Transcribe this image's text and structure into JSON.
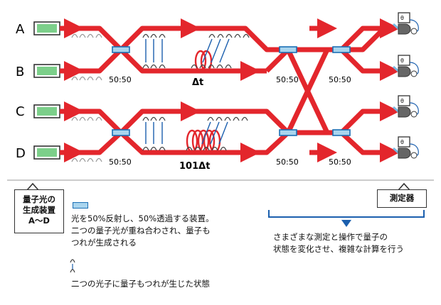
{
  "sources": [
    {
      "label": "A"
    },
    {
      "label": "B"
    },
    {
      "label": "C"
    },
    {
      "label": "D"
    }
  ],
  "splitter_ratio": "50:50",
  "delays": {
    "short": "Δt",
    "long": "101Δt"
  },
  "legend": {
    "source_box": "量子光の\n生成装置\nA〜D",
    "splitter_desc": "光を50%反射し、50%透過する装置。\n二つの量子光が重ね合わされ、量子も\nつれが生成される",
    "entangled_desc": "二つの光子に量子もつれが生じた状態",
    "detector_box": "測定器",
    "computation_desc": "さまざまな測定と操作で量子の\n状態を変化させ、複雑な計算を行う"
  },
  "colors": {
    "beam": "#e3262c",
    "splitter_fill": "#a9d5ee",
    "splitter_border": "#1b6fb5",
    "source_fill": "#7ccf8a",
    "entangle_line": "#1b5fae",
    "divider": "#999999"
  }
}
